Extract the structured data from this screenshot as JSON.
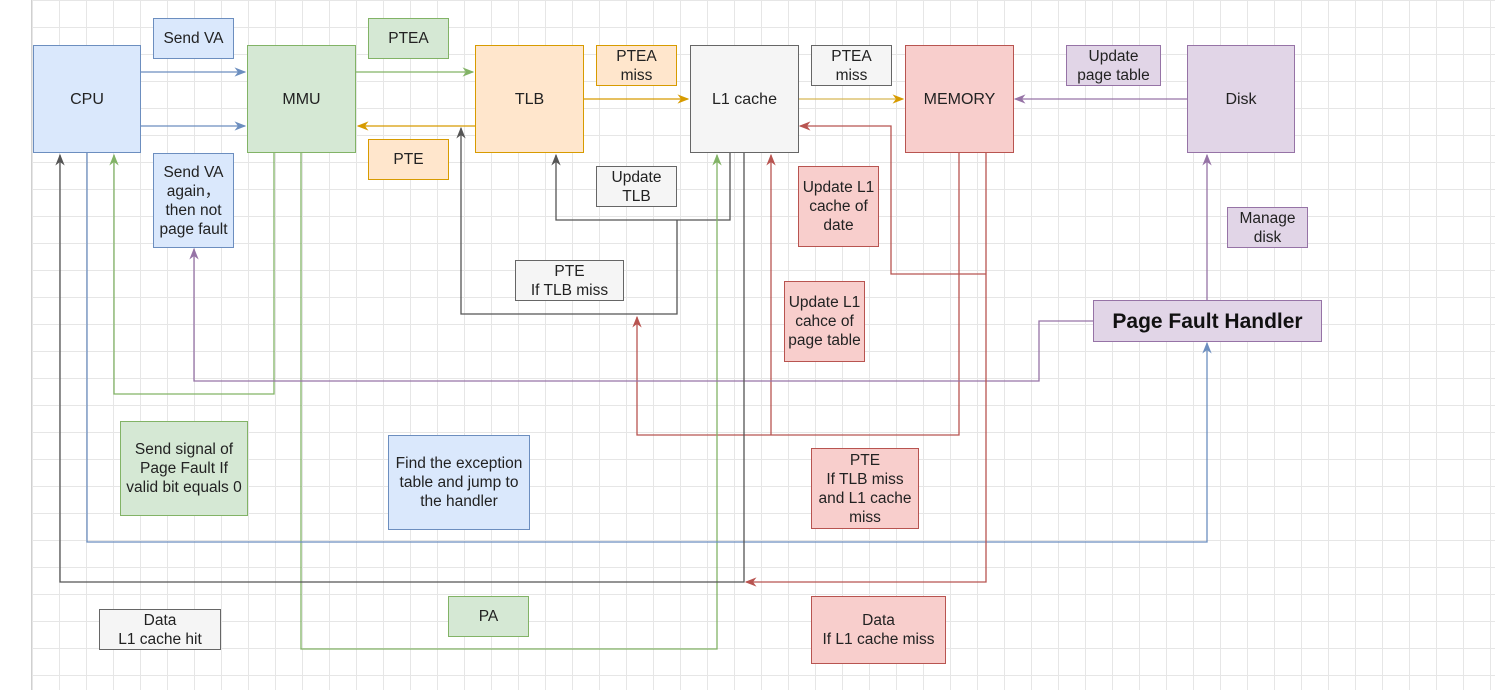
{
  "colors": {
    "blue_stroke": "#6c8ebf",
    "green_stroke": "#82b366",
    "orange_stroke": "#d79b00",
    "gray_stroke": "#555555",
    "red_stroke": "#b85450",
    "purple_stroke": "#9673a6"
  },
  "nodes": {
    "cpu": "CPU",
    "mmu": "MMU",
    "tlb": "TLB",
    "l1_cache": "L1 cache",
    "memory": "MEMORY",
    "disk": "Disk",
    "page_fault_handler": "Page Fault Handler"
  },
  "labels": {
    "send_va": "Send VA",
    "ptea": "PTEA",
    "ptea_miss_orange": "PTEA\nmiss",
    "ptea_miss_gray": "PTEA\nmiss",
    "update_page_table": "Update\npage table",
    "send_va_again": "Send VA\nagain，\nthen not\npage fault",
    "pte": "PTE",
    "update_tlb": "Update\nTLB",
    "update_l1_date": "Update L1\ncache of\ndate",
    "manage_disk": "Manage\ndisk",
    "pte_if_tlb_miss": "PTE\nIf TLB miss",
    "update_l1_page_table": "Update L1\ncahce of\npage table",
    "send_signal_page_fault": "Send signal of\nPage Fault If\nvalid bit equals 0",
    "find_exception_table": "Find the exception\ntable and jump to\nthe handler",
    "pte_if_tlb_and_l1_miss": "PTE\nIf TLB miss\nand L1 cache\nmiss",
    "data_l1_hit": "Data\nL1 cache hit",
    "pa": "PA",
    "data_l1_miss": "Data\nIf L1 cache miss"
  }
}
